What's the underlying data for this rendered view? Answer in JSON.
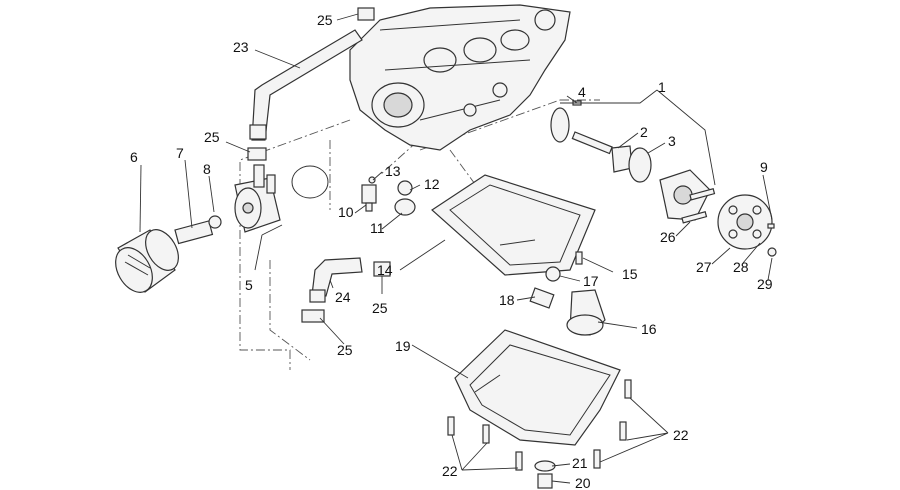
{
  "diagram": {
    "callouts": [
      {
        "label": "1"
      },
      {
        "label": "2"
      },
      {
        "label": "3"
      },
      {
        "label": "4"
      },
      {
        "label": "5"
      },
      {
        "label": "6"
      },
      {
        "label": "7"
      },
      {
        "label": "8"
      },
      {
        "label": "9"
      },
      {
        "label": "10"
      },
      {
        "label": "11"
      },
      {
        "label": "12"
      },
      {
        "label": "13"
      },
      {
        "label": "14"
      },
      {
        "label": "15"
      },
      {
        "label": "16"
      },
      {
        "label": "17"
      },
      {
        "label": "18"
      },
      {
        "label": "19"
      },
      {
        "label": "20"
      },
      {
        "label": "21"
      },
      {
        "label": "22"
      },
      {
        "label": "22"
      },
      {
        "label": "23"
      },
      {
        "label": "24"
      },
      {
        "label": "25"
      },
      {
        "label": "25"
      },
      {
        "label": "25"
      },
      {
        "label": "25"
      },
      {
        "label": "26"
      },
      {
        "label": "27"
      },
      {
        "label": "28"
      },
      {
        "label": "29"
      }
    ]
  }
}
